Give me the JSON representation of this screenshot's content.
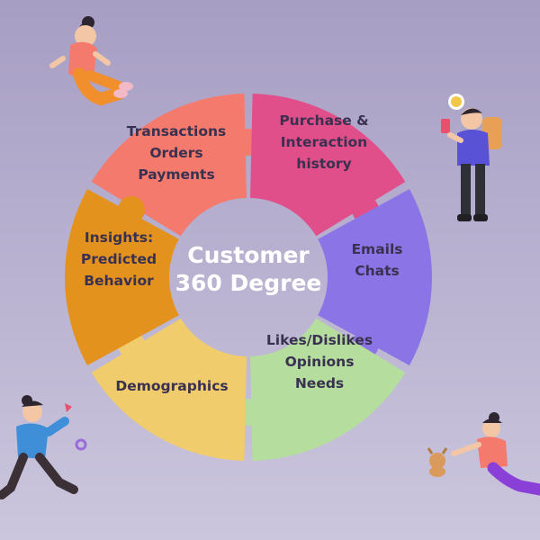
{
  "center": {
    "line1": "Customer",
    "line2": "360 Degree"
  },
  "segments": [
    {
      "lines": [
        "Transactions",
        "Orders",
        "Payments"
      ],
      "color": "#F47A6E"
    },
    {
      "lines": [
        "Purchase &",
        "Interaction",
        "history"
      ],
      "color": "#E04F8A"
    },
    {
      "lines": [
        "Emails",
        "Chats"
      ],
      "color": "#8B75E6"
    },
    {
      "lines": [
        "Likes/Dislikes",
        "Opinions",
        "Needs"
      ],
      "color": "#B5DE9E"
    },
    {
      "lines": [
        "Demographics"
      ],
      "color": "#F0CC6C"
    },
    {
      "lines": [
        "Insights:",
        "Predicted",
        "Behavior"
      ],
      "color": "#E3921E"
    }
  ],
  "colors": {
    "background_top": "#A79EC4",
    "background_bottom": "#CBC6DD",
    "center_text": "#FFFFFF"
  }
}
